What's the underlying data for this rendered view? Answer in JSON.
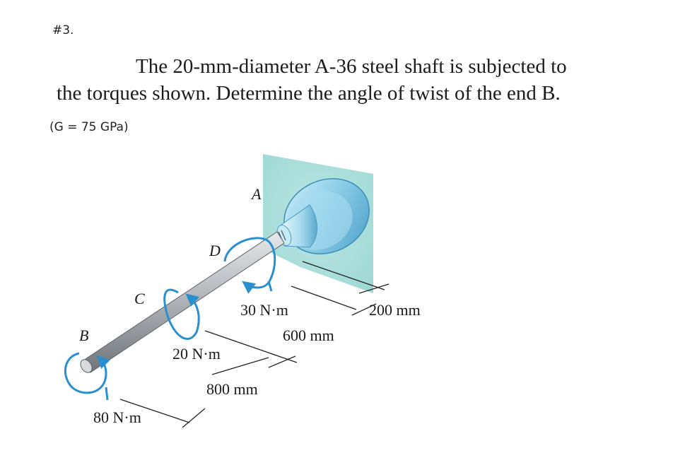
{
  "problem": {
    "number": "#3.",
    "statement_line1": "The 20-mm-diameter A-36 steel shaft is subjected to",
    "statement_line2": "the torques shown. Determine the angle of twist of the end B.",
    "given": "(G  =  75  GPa)"
  },
  "figure": {
    "points": {
      "a": "A",
      "b": "B",
      "c": "C",
      "d": "D"
    },
    "torques": {
      "at_b": "80 N·m",
      "at_c": "20 N·m",
      "at_d": "30 N·m"
    },
    "lengths": {
      "bc": "800 mm",
      "cd": "600 mm",
      "da": "200 mm"
    },
    "colors": {
      "wall": "#a9dfdc",
      "flange": "#8ecfe8",
      "arrow": "#2a8fcf",
      "shaft": "#b9bcc0"
    }
  }
}
